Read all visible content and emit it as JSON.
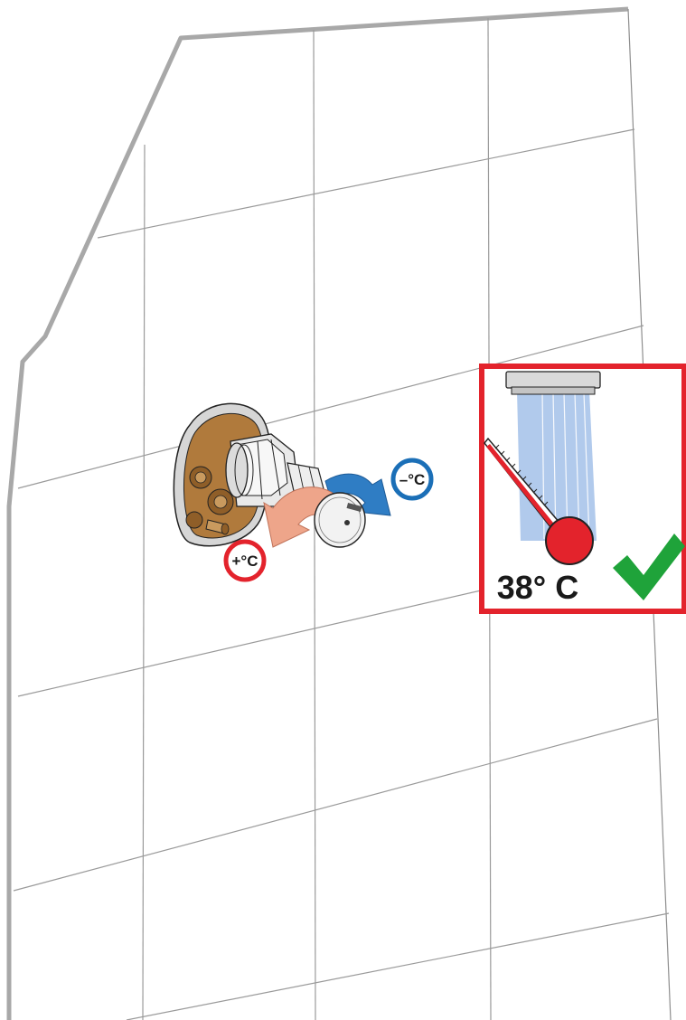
{
  "labels": {
    "increase_temp": "+°C",
    "decrease_temp": "–°C",
    "target_temperature": "38° C"
  },
  "colors": {
    "hot": "#e3232c",
    "cold": "#1b6fb7",
    "ok_check": "#1fa33a",
    "tile_line": "#9a9a9a",
    "wall_edge": "#a8a8a8",
    "brass": "#b07a3c",
    "arrow_hot": "#eea58a",
    "arrow_cold": "#2f7dc4",
    "water": "#a9c4ea"
  },
  "icons": {
    "check": "checkmark-icon",
    "thermometer": "thermometer-icon",
    "shower": "shower-head-icon"
  }
}
